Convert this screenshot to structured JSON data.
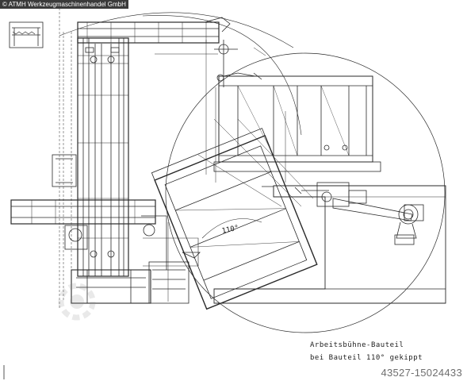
{
  "header": {
    "copyright": "© ATMH Werkzeugmaschinenhandel GmbH"
  },
  "drawing": {
    "angle_label": "110°",
    "caption_line1": "Arbeitsbühne-Bauteil",
    "caption_line2": "bei Bauteil 110° gekippt"
  },
  "footer": {
    "reference_number": "43527-15024433"
  },
  "colors": {
    "line": "#2a2a2a",
    "background": "#ffffff",
    "banner": "#3a3a3a",
    "reference_text": "#6e6e6e"
  },
  "icons": {
    "watermark": "gear-watermark-icon"
  }
}
